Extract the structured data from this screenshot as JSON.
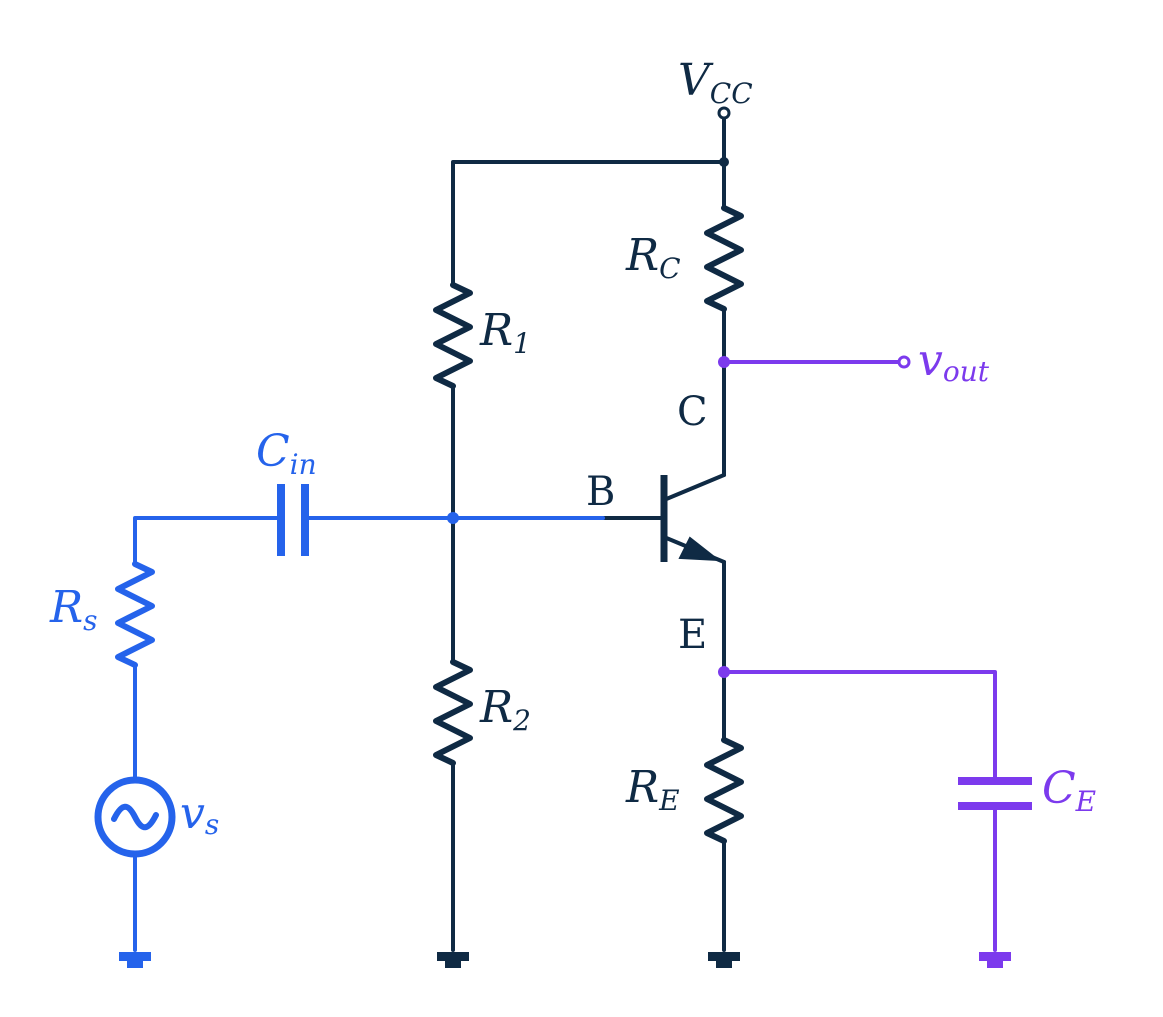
{
  "colors": {
    "dark": "#0f2a44",
    "blue": "#2563eb",
    "purple": "#7c3aed"
  },
  "labels": {
    "vcc": {
      "main": "V",
      "sub": "CC"
    },
    "rc": {
      "main": "R",
      "sub": "C"
    },
    "r1": {
      "main": "R",
      "sub": "1"
    },
    "r2": {
      "main": "R",
      "sub": "2"
    },
    "re": {
      "main": "R",
      "sub": "E"
    },
    "ce": {
      "main": "C",
      "sub": "E"
    },
    "cin": {
      "main": "C",
      "sub": "in"
    },
    "rs": {
      "main": "R",
      "sub": "s"
    },
    "vs": {
      "main": "v",
      "sub": "s"
    },
    "vout": {
      "main": "v",
      "sub": "out"
    },
    "base": "B",
    "collector": "C",
    "emitter": "E"
  }
}
